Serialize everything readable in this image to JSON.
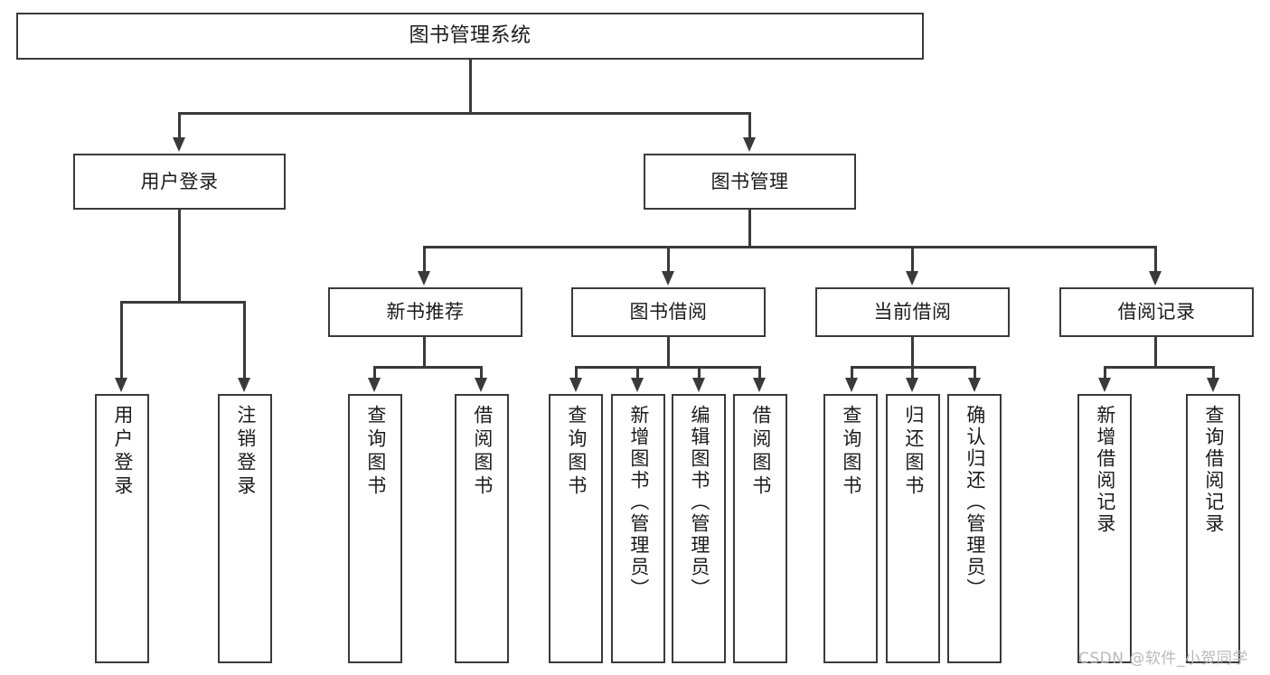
{
  "diagram": {
    "type": "tree-hierarchy",
    "title": "图书管理系统",
    "orientation": "top-down",
    "watermark": "CSDN @软件_小贺同学",
    "colors": {
      "box_border": "#3a3a3a",
      "box_fill": "#ffffff",
      "connector": "#3a3a3a",
      "text": "#1b1b1b",
      "watermark": "#b9b9b9",
      "background": "#ffffff"
    },
    "nodes": {
      "root": {
        "label": "图书管理系统"
      },
      "level2": [
        {
          "label": "用户登录"
        },
        {
          "label": "图书管理"
        }
      ],
      "level3": [
        {
          "label": "新书推荐"
        },
        {
          "label": "图书借阅"
        },
        {
          "label": "当前借阅"
        },
        {
          "label": "借阅记录"
        }
      ],
      "leaves": {
        "user_login": [
          {
            "label": "用户登录"
          },
          {
            "label": "注销登录"
          }
        ],
        "new_book_recommend": [
          {
            "label": "查询图书"
          },
          {
            "label": "借阅图书"
          }
        ],
        "book_borrow": [
          {
            "label": "查询图书"
          },
          {
            "label": "新增图书（管理员）"
          },
          {
            "label": "编辑图书（管理员）"
          },
          {
            "label": "借阅图书"
          }
        ],
        "current_borrow": [
          {
            "label": "查询图书"
          },
          {
            "label": "归还图书"
          },
          {
            "label": "确认归还（管理员）"
          }
        ],
        "borrow_record": [
          {
            "label": "新增借阅记录"
          },
          {
            "label": "查询借阅记录"
          }
        ]
      }
    }
  }
}
